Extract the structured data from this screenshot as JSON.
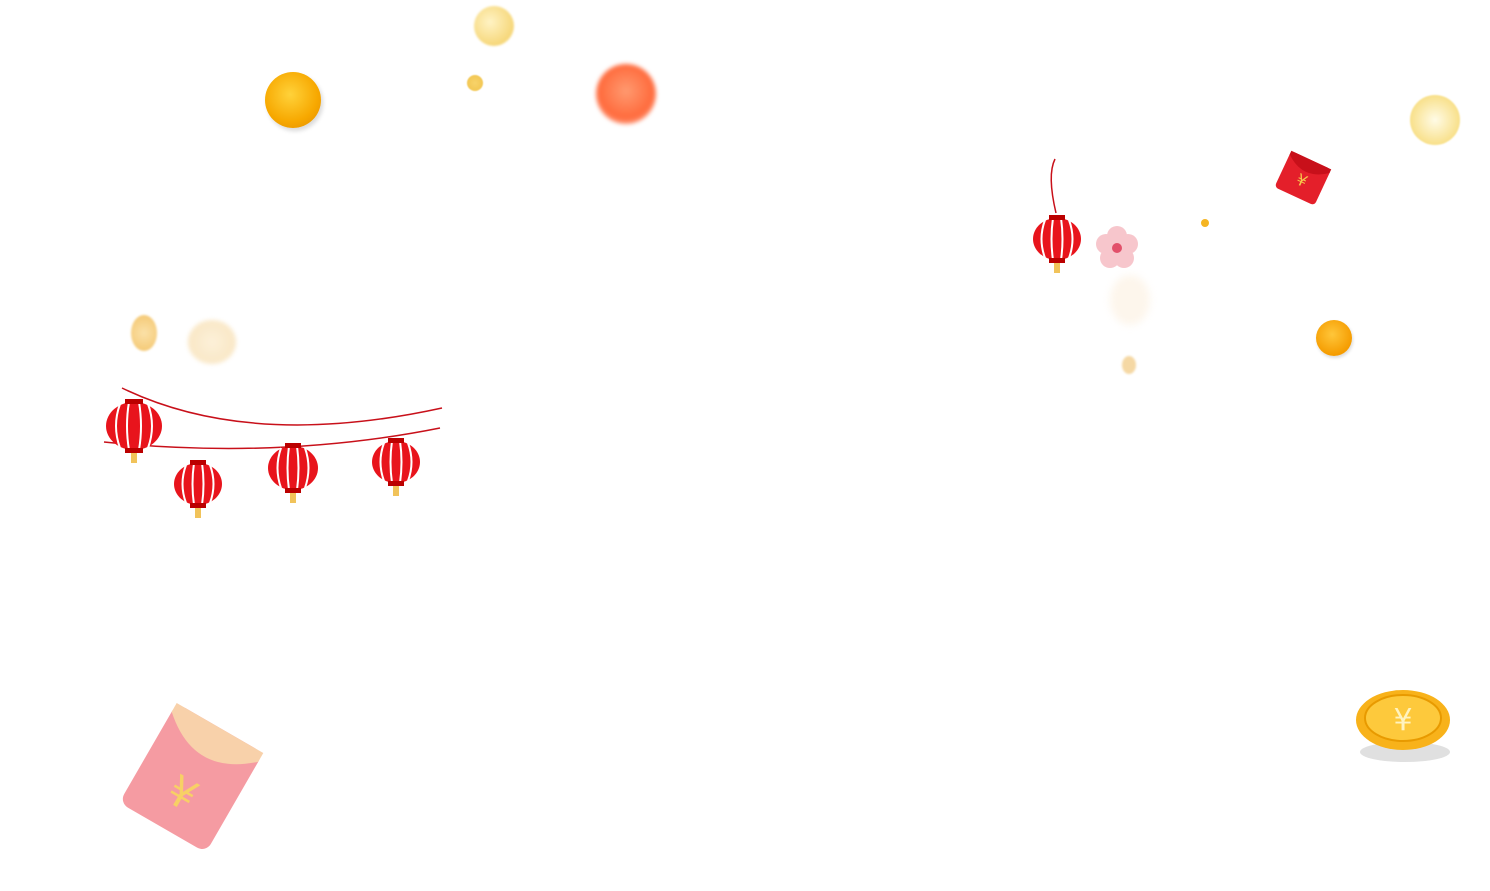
{
  "colors": {
    "lantern_red": "#e8141c",
    "lantern_stripe": "#ffffff",
    "gold": "#f5a400",
    "orange": "#ff8a1e",
    "envelope_red": "#e41f2a",
    "envelope_pink": "#f48a92",
    "blossom_pink": "#f7c6cc",
    "string_red": "#c8101a"
  },
  "decorations": {
    "garland_lanterns": 4,
    "hanging_lanterns": 1,
    "red_envelopes": 2,
    "coins": 3,
    "orbs": 8,
    "blossoms": 1
  },
  "icons": [
    "lantern-icon",
    "red-envelope-icon",
    "yuan-coin-icon",
    "orange-orb-icon",
    "blossom-icon"
  ]
}
